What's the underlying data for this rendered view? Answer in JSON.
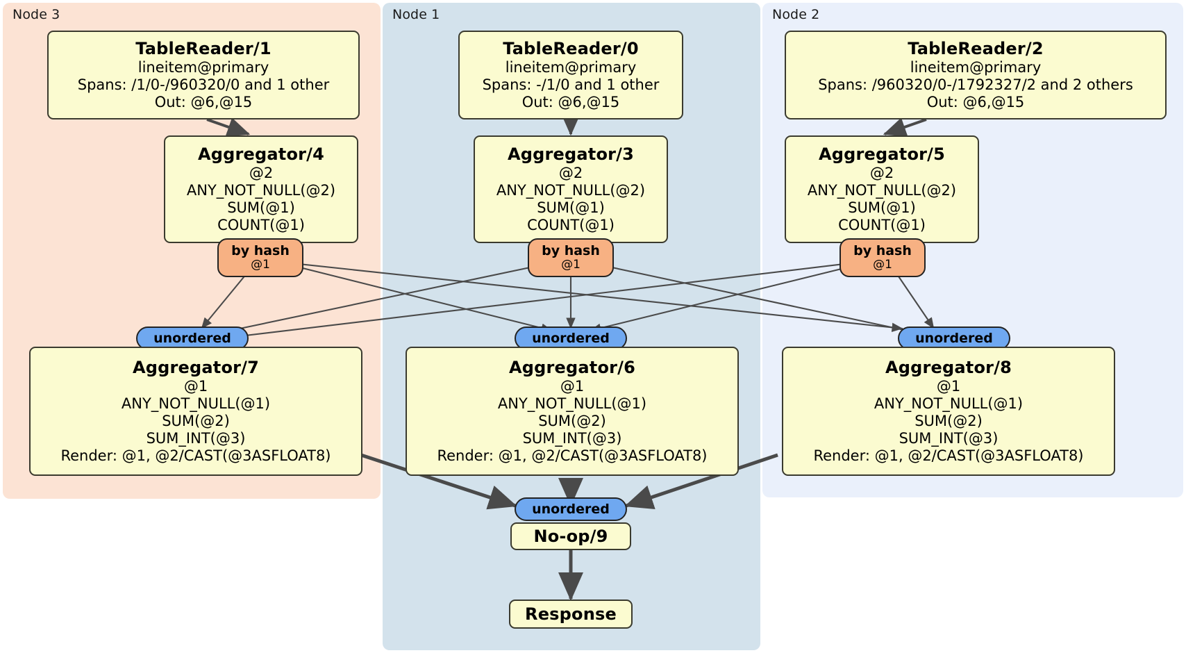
{
  "diagram": {
    "type": "distributed-query-plan",
    "panels": [
      {
        "id": "node3",
        "label": "Node 3",
        "color": "#fce3d4"
      },
      {
        "id": "node1",
        "label": "Node 1",
        "color": "#d3e2ec"
      },
      {
        "id": "node2",
        "label": "Node 2",
        "color": "#eaf0fb"
      }
    ],
    "colors": {
      "processor_fill": "#fbfbd0",
      "processor_stroke": "#3a3a2e",
      "hash_router_fill": "#f7b183",
      "unordered_synchronizer_fill": "#6fa8f0",
      "edge_stroke": "#4a4a4a",
      "page_background": "#ffffff"
    },
    "nodes": {
      "tablereader1": {
        "title": "TableReader/1",
        "lines": [
          "lineitem@primary",
          "Spans: /1/0-/960320/0 and 1 other",
          "Out: @6,@15"
        ]
      },
      "tablereader0": {
        "title": "TableReader/0",
        "lines": [
          "lineitem@primary",
          "Spans: -/1/0 and 1 other",
          "Out: @6,@15"
        ]
      },
      "tablereader2": {
        "title": "TableReader/2",
        "lines": [
          "lineitem@primary",
          "Spans: /960320/0-/1792327/2 and 2 others",
          "Out: @6,@15"
        ]
      },
      "aggregator4": {
        "title": "Aggregator/4",
        "lines": [
          "@2",
          "ANY_NOT_NULL(@2)",
          "SUM(@1)",
          "COUNT(@1)"
        ]
      },
      "aggregator3": {
        "title": "Aggregator/3",
        "lines": [
          "@2",
          "ANY_NOT_NULL(@2)",
          "SUM(@1)",
          "COUNT(@1)"
        ]
      },
      "aggregator5": {
        "title": "Aggregator/5",
        "lines": [
          "@2",
          "ANY_NOT_NULL(@2)",
          "SUM(@1)",
          "COUNT(@1)"
        ]
      },
      "aggregator7": {
        "title": "Aggregator/7",
        "lines": [
          "@1",
          "ANY_NOT_NULL(@1)",
          "SUM(@2)",
          "SUM_INT(@3)",
          "Render: @1, @2/CAST(@3ASFLOAT8)"
        ]
      },
      "aggregator6": {
        "title": "Aggregator/6",
        "lines": [
          "@1",
          "ANY_NOT_NULL(@1)",
          "SUM(@2)",
          "SUM_INT(@3)",
          "Render: @1, @2/CAST(@3ASFLOAT8)"
        ]
      },
      "aggregator8": {
        "title": "Aggregator/8",
        "lines": [
          "@1",
          "ANY_NOT_NULL(@1)",
          "SUM(@2)",
          "SUM_INT(@3)",
          "Render: @1, @2/CAST(@3ASFLOAT8)"
        ]
      },
      "noop9": {
        "title": "No-op/9",
        "lines": []
      },
      "response": {
        "title": "Response",
        "lines": []
      }
    },
    "routers": {
      "hash_left": {
        "label": "by hash",
        "column": "@1"
      },
      "hash_mid": {
        "label": "by hash",
        "column": "@1"
      },
      "hash_right": {
        "label": "by hash",
        "column": "@1"
      },
      "unordered_left": "unordered",
      "unordered_mid": "unordered",
      "unordered_right": "unordered",
      "unordered_final": "unordered"
    }
  }
}
